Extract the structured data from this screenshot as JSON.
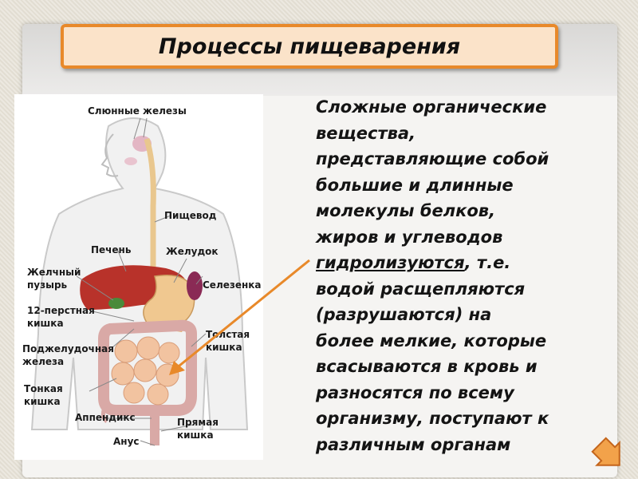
{
  "slide": {
    "title": "Процессы пищеварения",
    "accent_color": "#e8892a",
    "title_bg": "#fbe3c9"
  },
  "diagram": {
    "labels": {
      "salivary": "Слюнные железы",
      "esophagus": "Пищевод",
      "liver": "Печень",
      "stomach": "Желудок",
      "gallbladder_1": "Желчный",
      "gallbladder_2": "пузырь",
      "spleen": "Селезенка",
      "duodenum_1": "12-перстная",
      "duodenum_2": "кишка",
      "colon_1": "Толстая",
      "colon_2": "кишка",
      "pancreas_1": "Поджелудочная",
      "pancreas_2": "железа",
      "small_int_1": "Тонкая",
      "small_int_2": "кишка",
      "appendix": "Аппендикс",
      "rectum_1": "Прямая",
      "rectum_2": "кишка",
      "anus": "Анус"
    }
  },
  "text": {
    "line1": "Сложные органические",
    "line2": "вещества,",
    "line3": "представляющие собой",
    "line4": "большие и длинные",
    "line5": "молекулы белков,",
    "line6": "жиров и углеводов",
    "line7_u": "гидролизуются",
    "line7_rest": ", т.е.",
    "line8": "водой расщепляются",
    "line9": "(разрушаются) на",
    "line10": "более мелкие, которые",
    "line11": "всасываются в кровь и",
    "line12": "разносятся по всему",
    "line13": "организму, поступают к",
    "line14": "различным органам"
  },
  "nav": {
    "icon": "next-arrow-icon"
  }
}
